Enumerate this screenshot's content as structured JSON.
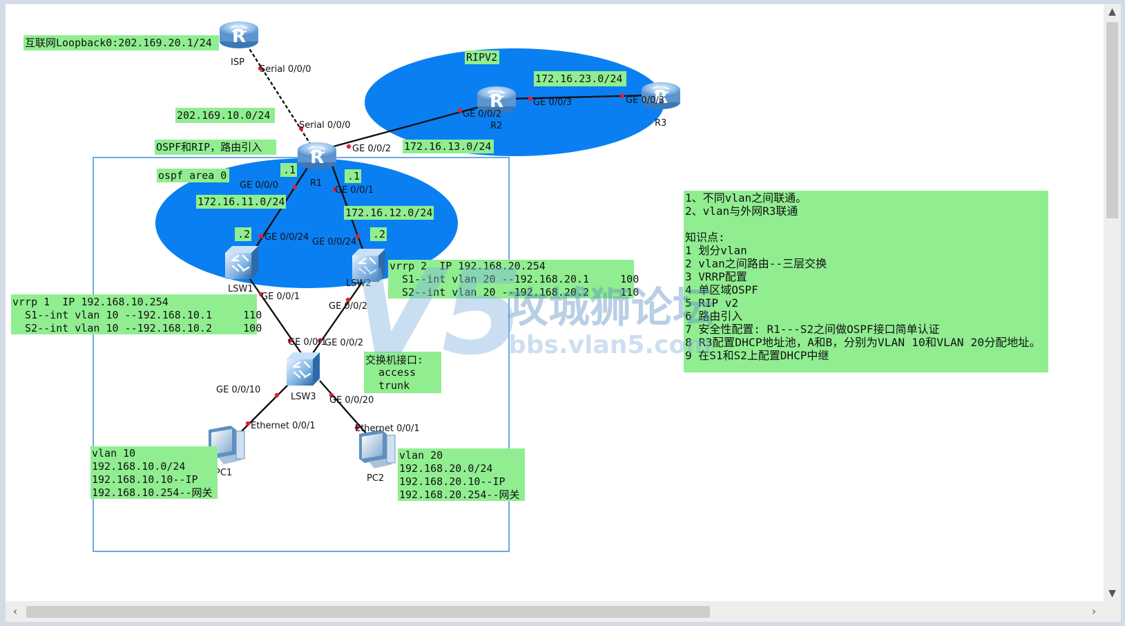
{
  "devices": {
    "isp": "ISP",
    "r1": "R1",
    "r2": "R2",
    "r3": "R3",
    "lsw1": "LSW1",
    "lsw2": "LSW2",
    "lsw3": "LSW3",
    "pc1": "PC1",
    "pc2": "PC2",
    "router_glyph": "R"
  },
  "ports": {
    "isp_s000": "Serial 0/0/0",
    "r1_s000": "Serial 0/0/0",
    "r1_ge002": "GE 0/0/2",
    "r2_ge002": "GE 0/0/2",
    "r2_ge003": "GE 0/0/3",
    "r3_ge003": "GE 0/0/3",
    "r1_ge000": "GE 0/0/0",
    "r1_ge001": "GE 0/0/1",
    "lsw1_ge0024": "GE 0/0/24",
    "lsw2_ge0024": "GE 0/0/24",
    "lsw1_ge001": "GE 0/0/1",
    "lsw2_ge002": "GE 0/0/2",
    "lsw3_ge001": "GE 0/0/1",
    "lsw3_ge002": "GE 0/0/2",
    "lsw3_ge0010": "GE 0/0/10",
    "lsw3_ge0020": "GE 0/0/20",
    "pc1_eth": "Ethernet 0/0/1",
    "pc2_eth": "Ethernet 0/0/1"
  },
  "labels": {
    "isp_loopback": "互联网Loopback0:202.169.20.1/24",
    "net_isp": "202.169.10.0/24",
    "ospf_rip": "OSPF和RIP，路由引入",
    "ripv2": "RIPV2",
    "net_23": "172.16.23.0/24",
    "net_13": "172.16.13.0/24",
    "ospf_area": "ospf area 0",
    "r1_dot1_left": ".1",
    "r1_dot1_right": ".1",
    "net_11": "172.16.11.0/24",
    "net_12": "172.16.12.0/24",
    "lsw1_dot2": ".2",
    "lsw2_dot2": ".2",
    "switch_ports": [
      "交换机接口:",
      "access",
      "trunk"
    ]
  },
  "vrrp1": [
    "vrrp 1  IP 192.168.10.254",
    "  S1--int vlan 10 --192.168.10.1     110",
    "  S2--int vlan 10 --192.168.10.2     100"
  ],
  "vrrp2": [
    "vrrp 2  IP 192.168.20.254",
    "  S1--int vlan 20 --192.168.20.1     100",
    "  S2--int vlan 20 --192.168.20.2     110"
  ],
  "pc1_info": [
    "vlan 10",
    "192.168.10.0/24",
    "192.168.10.10--IP",
    "192.168.10.254--网关"
  ],
  "pc2_info": [
    "vlan 20",
    "192.168.20.0/24",
    "192.168.20.10--IP",
    "192.168.20.254--网关"
  ],
  "notes": [
    "1、不同vlan之间联通。",
    "2、vlan与外网R3联通",
    "",
    "知识点:",
    "1 划分vlan",
    "2 vlan之间路由--三层交换",
    "3 VRRP配置",
    "4 单区域OSPF",
    "5 RIP v2",
    "6 路由引入",
    "7 安全性配置: R1---S2之间做OSPF接口简单认证",
    "8 R3配置DHCP地址池，A和B，分别为VLAN 10和VLAN 20分配地址。",
    "9 在S1和S2上配置DHCP中继"
  ],
  "watermark": {
    "logo": "V5",
    "site_name": "攻城狮论坛",
    "site_url": "bbs.vlan5.com"
  },
  "colors": {
    "area_blue": "#0a7ff2",
    "label_green": "#90ee90",
    "box_border": "#6aa8e8",
    "port_dot": "#e0202f"
  }
}
